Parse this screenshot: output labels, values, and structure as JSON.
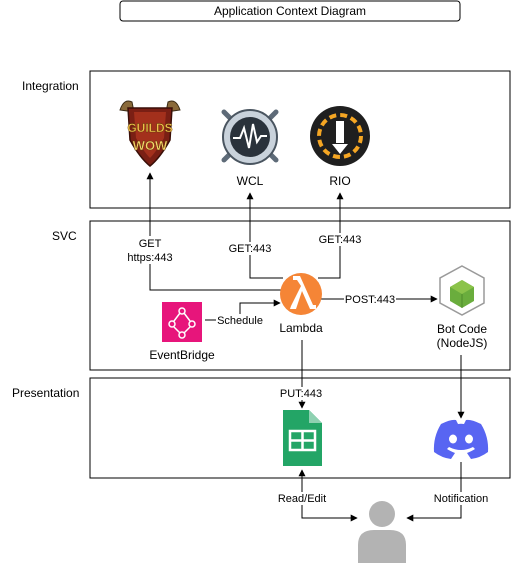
{
  "title": "Application Context Diagram",
  "tiers": {
    "integration": "Integration",
    "svc": "SVC",
    "presentation": "Presentation"
  },
  "nodes": {
    "guilds": {
      "logo_text_1": "GUILDS",
      "logo_text_2": "WOW"
    },
    "wcl": {
      "label": "WCL"
    },
    "rio": {
      "label": "RIO"
    },
    "lambda": {
      "label": "Lambda"
    },
    "eventbridge": {
      "label": "EventBridge"
    },
    "botcode": {
      "label_line1": "Bot Code",
      "label_line2": "(NodeJS)"
    },
    "sheets": {},
    "discord": {},
    "user": {}
  },
  "edges": {
    "get_https_line1": "GET",
    "get_https_line2": "https:443",
    "get_wcl": "GET:443",
    "get_rio": "GET:443",
    "schedule": "Schedule",
    "post": "POST:443",
    "put": "PUT:443",
    "read_edit": "Read/Edit",
    "notification": "Notification"
  },
  "colors": {
    "lambda": "#f58536",
    "eventbridge": "#e7157b",
    "sheets": "#23a566",
    "discord": "#5865f2",
    "node_green": "#6aad3d",
    "user_gray": "#b3b3b3",
    "rio_orange": "#f5a623"
  }
}
